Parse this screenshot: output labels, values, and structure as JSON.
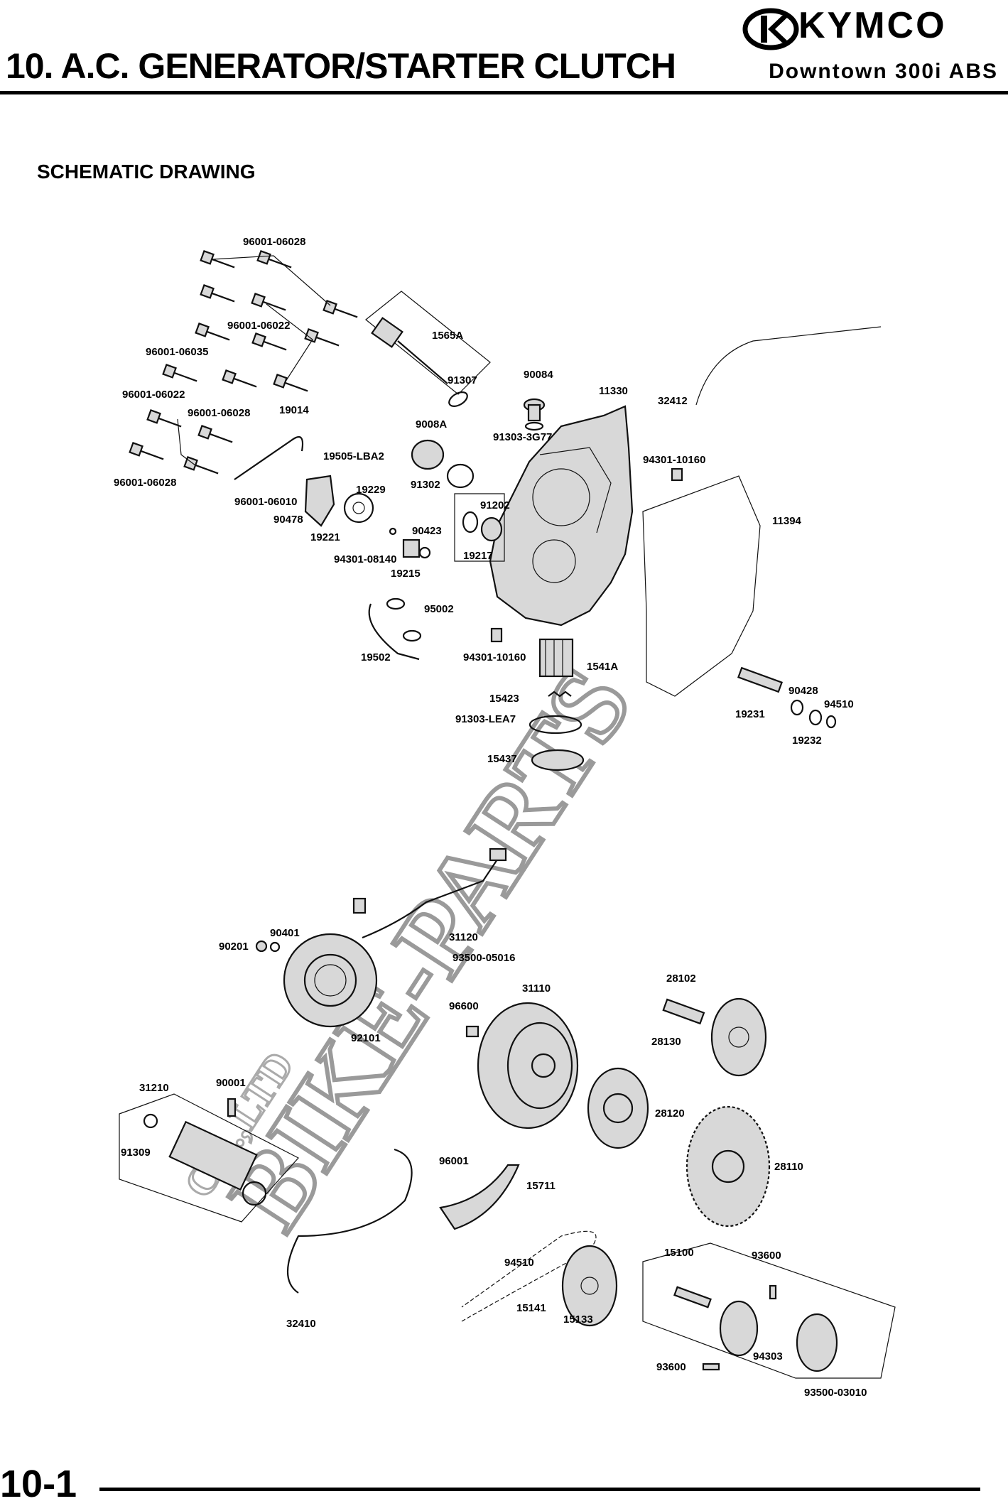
{
  "header": {
    "brand": "KYMCO",
    "chapter_title": "10. A.C. GENERATOR/STARTER CLUTCH",
    "model": "Downtown 300i ABS"
  },
  "section": {
    "heading": "SCHEMATIC DRAWING"
  },
  "watermark": {
    "main": "BIKE-PARTS",
    "sub": "CO.,LTD"
  },
  "footer": {
    "page_number": "10-1"
  },
  "callouts": [
    "96001-06028",
    "96001-06022",
    "96001-06035",
    "96001-06022",
    "96001-06028",
    "96001-06028",
    "1565A",
    "91307",
    "90084",
    "11330",
    "32412",
    "9008A",
    "91303-3G77",
    "19014",
    "19505-LBA2",
    "96001-06010",
    "90478",
    "19229",
    "19221",
    "91302",
    "91202",
    "94301-10160",
    "90423",
    "94301-08140",
    "19215",
    "19217",
    "11394",
    "95002",
    "19502",
    "94301-10160",
    "1541A",
    "15423",
    "91303-LEA7",
    "15437",
    "90428",
    "94510",
    "19231",
    "19232",
    "31120",
    "90401",
    "90201",
    "93500-05016",
    "31110",
    "28102",
    "96600",
    "92101",
    "28130",
    "31210",
    "90001",
    "91309",
    "28120",
    "28110",
    "96001",
    "15711",
    "94510",
    "15100",
    "93600",
    "15141",
    "15133",
    "32410",
    "94303",
    "93600",
    "93500-03010"
  ]
}
